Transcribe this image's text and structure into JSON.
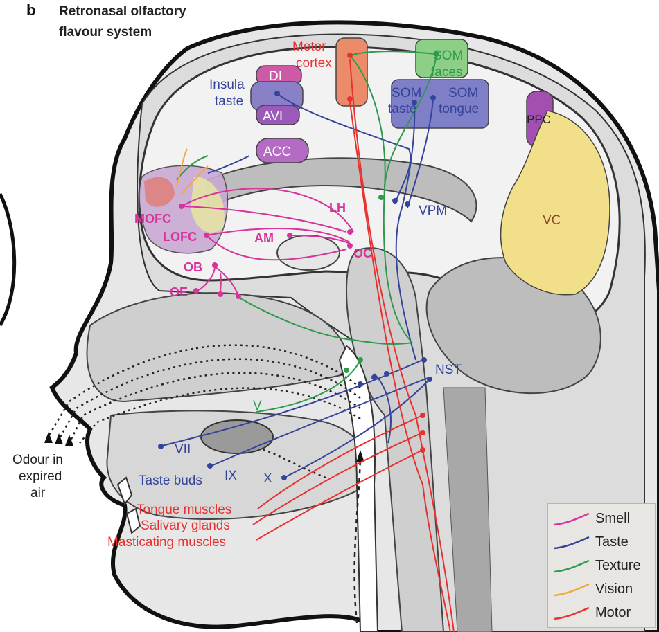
{
  "panel_letter": "b",
  "title_line1": "Retronasal olfactory",
  "title_line2": "flavour system",
  "colors": {
    "smell": "#d6339b",
    "taste": "#33449a",
    "texture": "#2d9a4c",
    "vision": "#f2a93b",
    "motor": "#e8312f",
    "skull": "#e6e6e6",
    "brain": "#f1f1f1",
    "tissue": "#cfcfcf",
    "dark_tissue": "#9a9a9a"
  },
  "brain_regions": {
    "di": "DI",
    "avi": "AVI",
    "acc": "ACC",
    "ppc": "PPC",
    "vc": "VC",
    "insula_taste_1": "Insula",
    "insula_taste_2": "taste",
    "motor_cortex_1": "Motor",
    "motor_cortex_2": "cortex",
    "som_faces_1": "SOM",
    "som_faces_2": "faces",
    "som_taste_1": "SOM",
    "som_taste_2": "taste",
    "som_tongue_1": "SOM",
    "som_tongue_2": "tongue"
  },
  "smell_labels": {
    "mofc": "MOFC",
    "lofc": "LOFC",
    "lh": "LH",
    "am": "AM",
    "oc": "OC",
    "ob": "OB",
    "oe": "OE"
  },
  "taste_labels": {
    "vpm": "VPM",
    "nst": "NST",
    "vii": "VII",
    "ix": "IX",
    "x": "X",
    "taste_buds": "Taste buds"
  },
  "texture_labels": {
    "v": "V"
  },
  "motor_labels": {
    "tongue_muscles": "Tongue muscles",
    "salivary_glands": "Salivary glands",
    "masticating_muscles": "Masticating muscles"
  },
  "odour_label": {
    "line1": "Odour in",
    "line2": "expired",
    "line3": "air"
  },
  "legend": [
    {
      "label": "Smell",
      "color": "#d6339b"
    },
    {
      "label": "Taste",
      "color": "#33449a"
    },
    {
      "label": "Texture",
      "color": "#2d9a4c"
    },
    {
      "label": "Vision",
      "color": "#f2a93b"
    },
    {
      "label": "Motor",
      "color": "#e8312f"
    }
  ]
}
